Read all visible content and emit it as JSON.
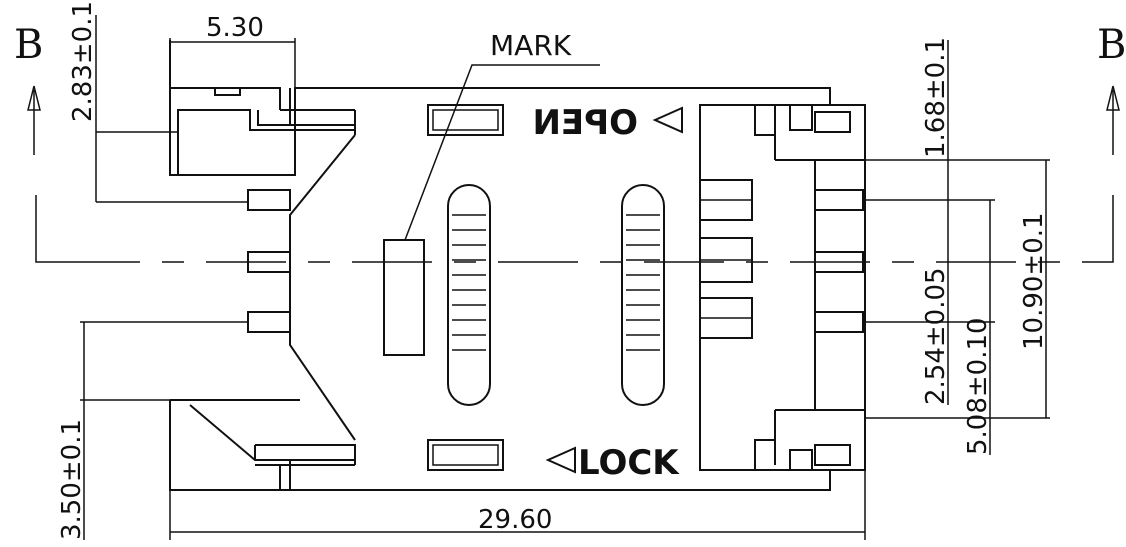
{
  "section_labels": {
    "left": "B",
    "right": "B"
  },
  "annotations": {
    "mark": "MARK",
    "open": "OPEN",
    "lock": "LOCK"
  },
  "dimensions": {
    "top_width": "5.30",
    "top_left_height": "2.83±0.1",
    "bottom_left_height": "3.50±0.1",
    "overall_length": "29.60",
    "right_top": "1.68±0.1",
    "pin_pitch": "2.54±0.05",
    "double_pitch": "5.08±0.10",
    "contact_span": "10.90±0.1"
  }
}
